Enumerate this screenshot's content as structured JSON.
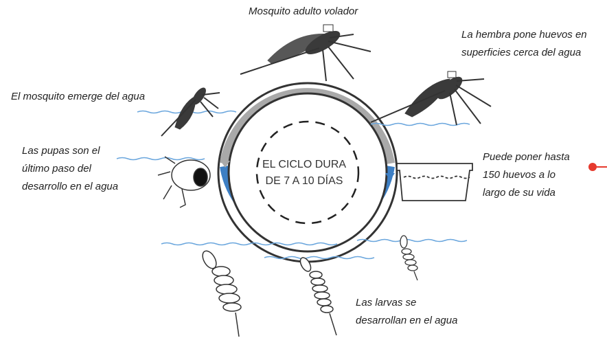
{
  "labels": {
    "adult": "Mosquito adulto volador",
    "female_1": "La hembra pone huevos en",
    "female_2": "superficies cerca del agua",
    "emerge": "El mosquito emerge del agua",
    "pupae_1": "Las pupas son el",
    "pupae_2": "último paso del",
    "pupae_3": "desarrollo en el agua",
    "eggs_1": "Puede poner hasta",
    "eggs_2": "150 huevos a lo",
    "eggs_3": "largo de su vida",
    "larvae_1": "Las larvas se",
    "larvae_2": "desarrollan en el agua"
  },
  "center": {
    "line1": "EL CICLO DURA",
    "line2": "DE 7 A 10 DÍAS"
  },
  "colors": {
    "ring_grey": "#a9a9a9",
    "ring_blue": "#3d7fc4",
    "water": "#6aa6dd",
    "mosquito": "#3a3a3a",
    "marker": "#e63a2e"
  }
}
